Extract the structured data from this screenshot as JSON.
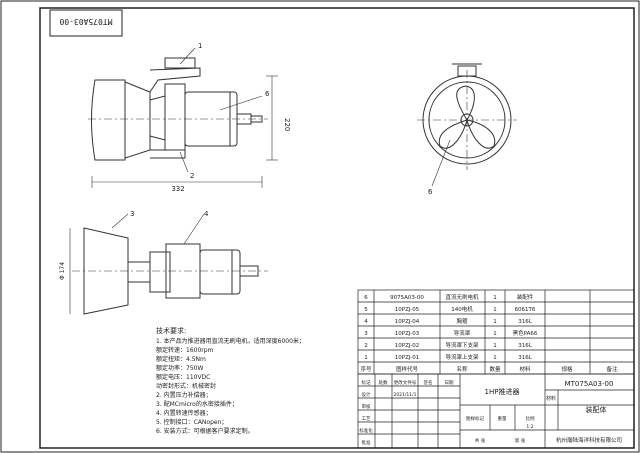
{
  "drawing": {
    "rotated_code": "MT075A03-00",
    "dims": {
      "height": "220",
      "width": "332",
      "diameter": "Φ 174"
    },
    "callouts": [
      "1",
      "2",
      "6",
      "6",
      "3",
      "4"
    ]
  },
  "tech_requirements": {
    "title": "技术要求:",
    "lines": [
      "1. 本产品为推进器用直流无刷电机，适用深度6000米；",
      "   额定转速：1600rpm",
      "   额定扭矩：4.5Nm",
      "   额定功率：750W",
      "   额定电压：110VDC",
      "   动密封形式：机械密封",
      "2. 内置压力补偿器；",
      "3. 配MCmicro的水密接插件；",
      "4. 内置转速传感器；",
      "5. 控制接口：CANopen；",
      "6. 安装方式：可根据客户要求定制。"
    ]
  },
  "bom": {
    "rows": [
      {
        "no": "6",
        "code": "9075A03-00",
        "name": "直流无刷电机",
        "qty": "1",
        "material": "装配件"
      },
      {
        "no": "5",
        "code": "10PZJ-05",
        "name": "140电机",
        "qty": "1",
        "material": "6061T6"
      },
      {
        "no": "4",
        "code": "10PZJ-04",
        "name": "胸箍",
        "qty": "1",
        "material": "316L"
      },
      {
        "no": "3",
        "code": "10PZJ-03",
        "name": "导流罩",
        "qty": "1",
        "material": "黑色PA66"
      },
      {
        "no": "2",
        "code": "10PZJ-02",
        "name": "导流罩下支架",
        "qty": "1",
        "material": "316L"
      },
      {
        "no": "1",
        "code": "10PZJ-01",
        "name": "导流罩上支架",
        "qty": "1",
        "material": "316L"
      }
    ],
    "header": {
      "no": "序号",
      "code": "图样代号",
      "name": "名称",
      "qty": "数量",
      "material": "材料",
      "spec": "规格",
      "remark": "备注"
    }
  },
  "title_block": {
    "product": "1HP推进器",
    "code": "MT075A03-00",
    "type": "装配体",
    "company": "杭州瀚陆海洋科技有限公司",
    "material_label": "材料",
    "weight_label": "重量",
    "scale_label": "比例",
    "scale": "1:2",
    "sheet_label": "共 张",
    "page_label": "第 张",
    "mark_label": "图样标记",
    "rev_cells": [
      "标记",
      "处数",
      "更改文件号",
      "签名",
      "日期"
    ],
    "role_cells": [
      "设计",
      "审核",
      "工艺",
      "标准化",
      "批准"
    ],
    "design_date": "2021/11/1"
  }
}
